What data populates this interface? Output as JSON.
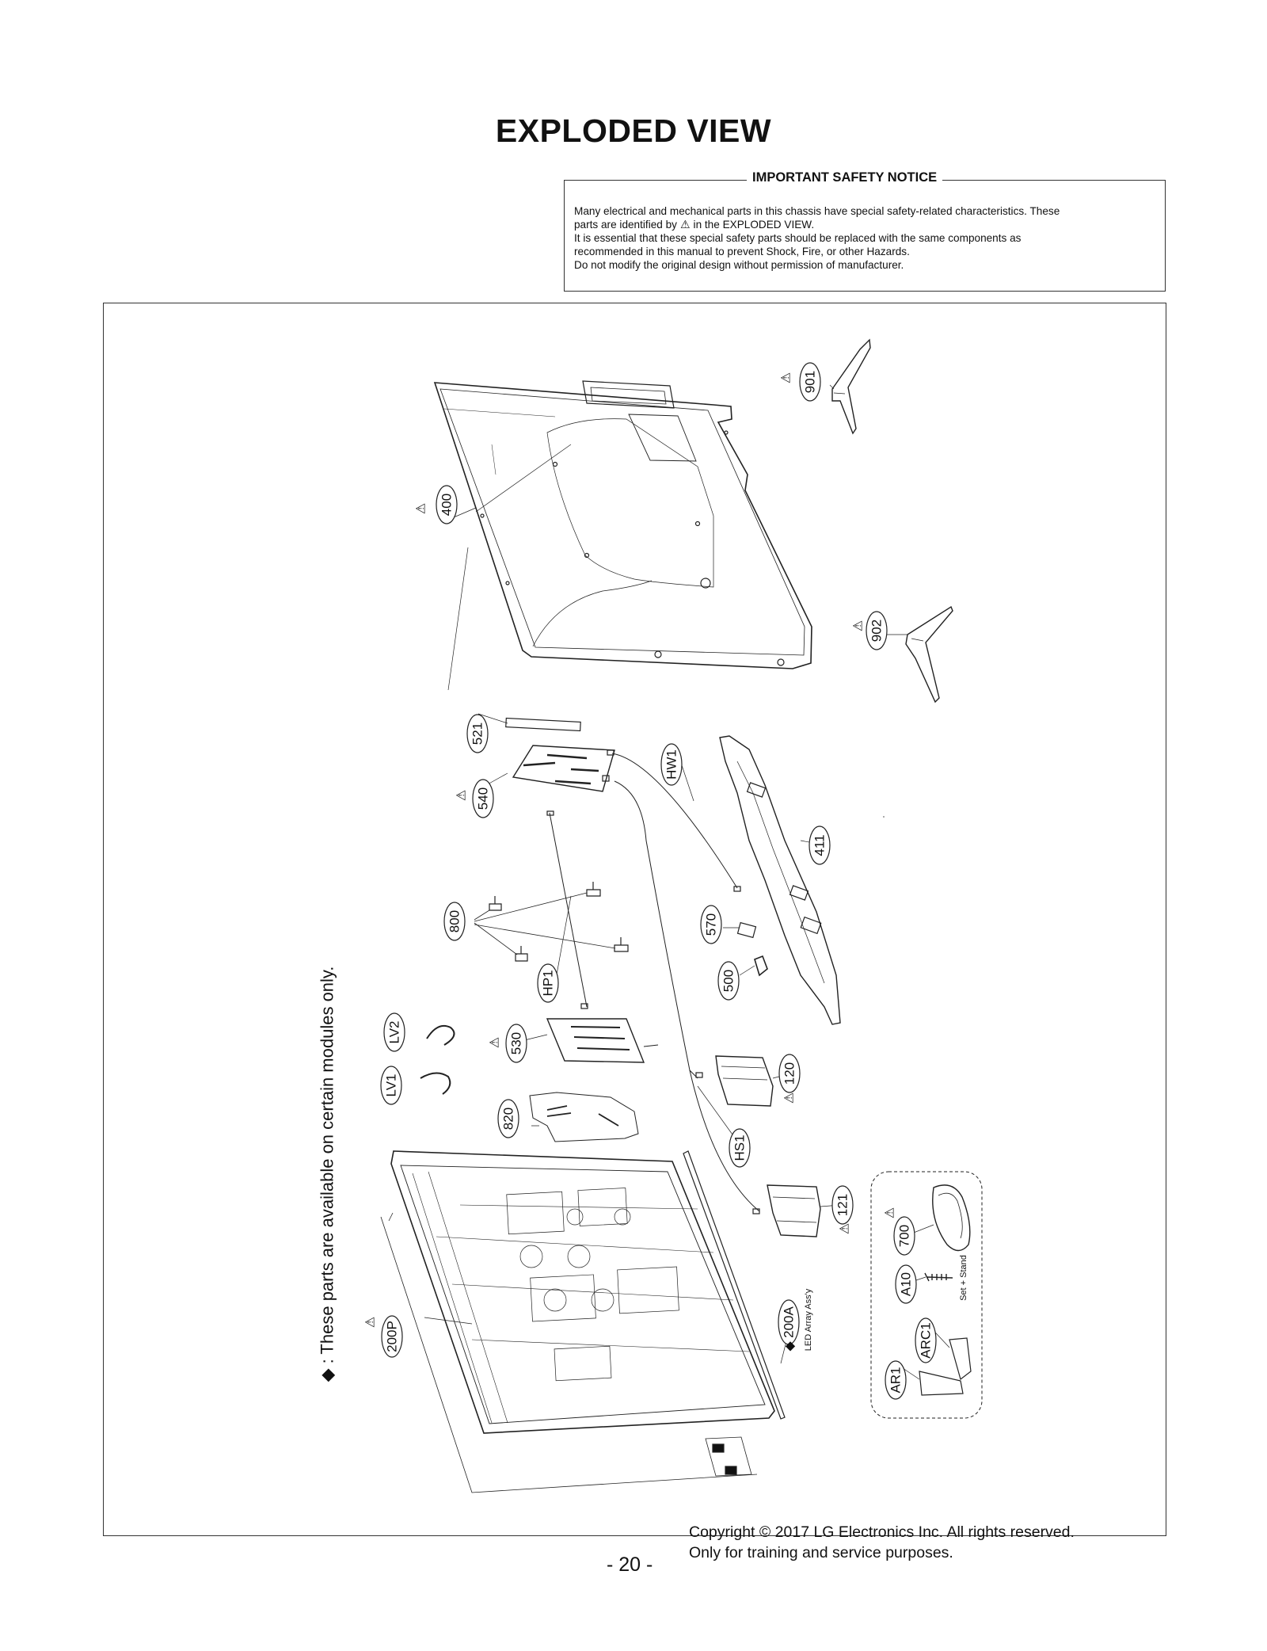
{
  "page": {
    "title": "EXPLODED VIEW",
    "page_number": "- 20 -"
  },
  "notice": {
    "title": "IMPORTANT SAFETY NOTICE",
    "line1": "Many electrical and mechanical parts in this chassis have special safety-related characteristics. These",
    "line2_pre": "parts are identified by",
    "line2_post": "in the EXPLODED VIEW.",
    "line3": "It is essential that these special safety parts should be replaced with the same components as",
    "line4": "recommended in this manual to prevent Shock, Fire, or other Hazards.",
    "line5": "Do not modify the original design without permission of manufacturer."
  },
  "diagram": {
    "note": "◆ : These parts are available on certain modules only.",
    "led_label": "LED Array Ass'y",
    "set_stand_label": "Set + Stand",
    "callouts": {
      "c901": "901",
      "c400": "400",
      "c902": "902",
      "c521": "521",
      "c540": "540",
      "chw1": "HW1",
      "c411": "411",
      "c800": "800",
      "c570": "570",
      "c500": "500",
      "chp1": "HP1",
      "clv2": "LV2",
      "clv1": "LV1",
      "c530": "530",
      "c120": "120",
      "c820": "820",
      "chs1": "HS1",
      "c121": "121",
      "c700": "700",
      "ca10": "A10",
      "carc1": "ARC1",
      "car1": "AR1",
      "c200p": "200P",
      "c200a": "200A"
    },
    "warning_symbol": "⚠",
    "diamond_symbol": "◆"
  },
  "footer": {
    "copyright_line1": "Copyright © 2017 LG Electronics Inc. All rights reserved.",
    "copyright_line2": "Only for training and service purposes."
  }
}
